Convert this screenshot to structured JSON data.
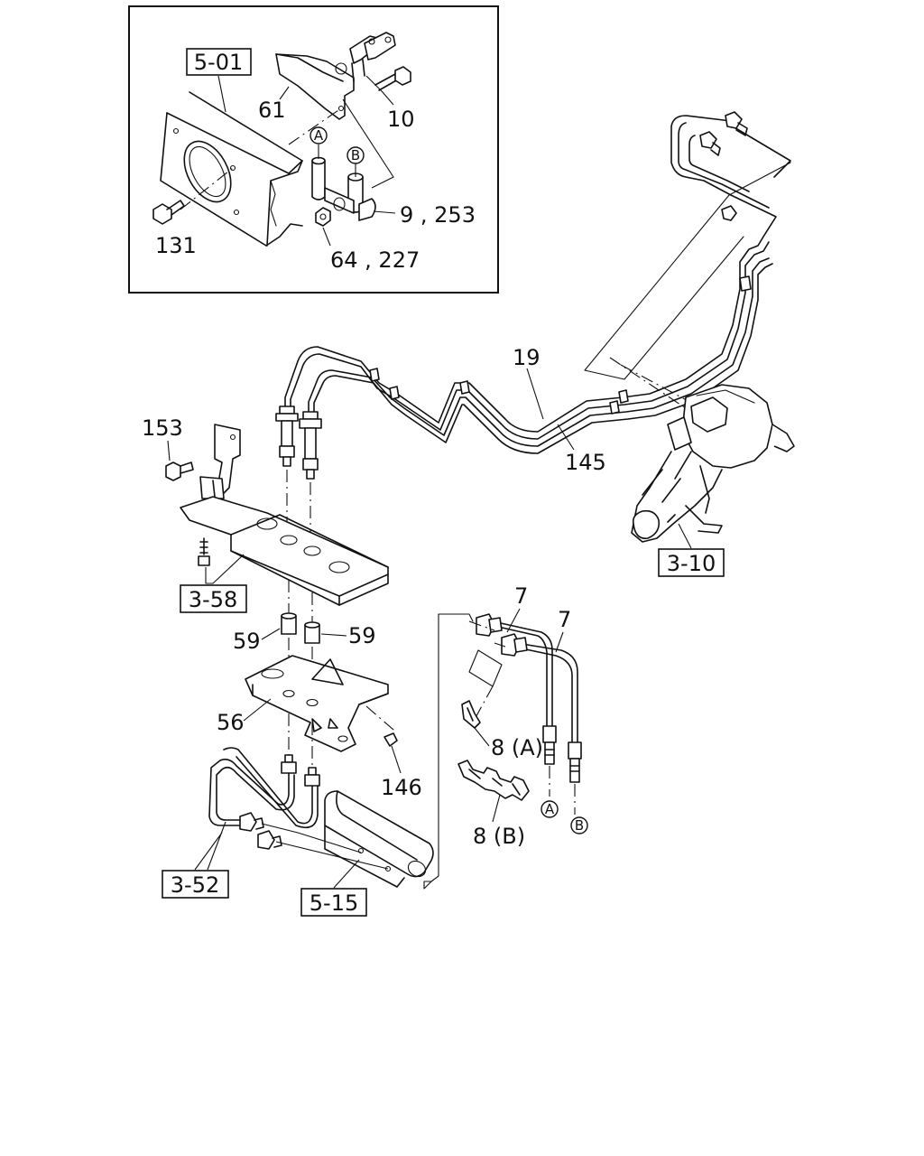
{
  "part_labels": {
    "p61": "61",
    "p10": "10",
    "p9_253": "9 , 253",
    "p131": "131",
    "p64_227": "64 , 227",
    "p19": "19",
    "p145": "145",
    "p153": "153",
    "p59_left": "59",
    "p59_right": "59",
    "p56": "56",
    "p146": "146",
    "p7_left": "7",
    "p7_right": "7",
    "p8a": "8 (A)",
    "p8b": "8 (B)"
  },
  "ref_boxes": {
    "r5_01": "5-01",
    "r3_10": "3-10",
    "r3_58": "3-58",
    "r3_52": "3-52",
    "r5_15": "5-15"
  },
  "markers": {
    "inset_a": "A",
    "inset_b": "B",
    "hose_a": "A",
    "hose_b": "B"
  }
}
